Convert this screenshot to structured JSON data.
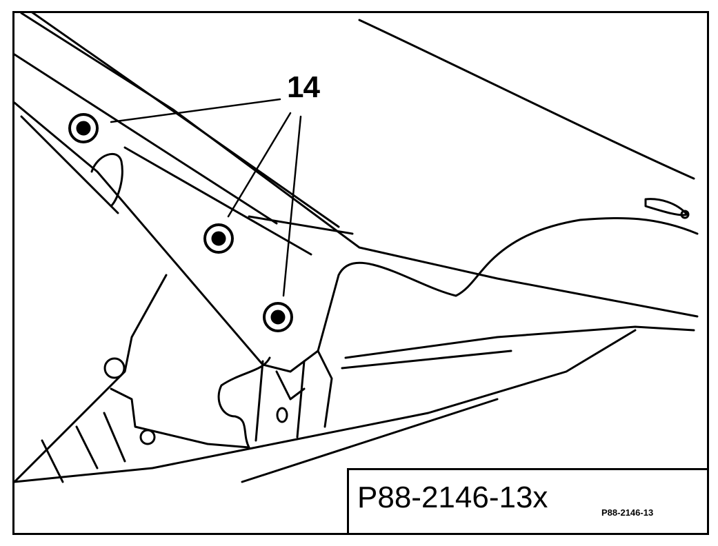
{
  "callout": {
    "label": "14"
  },
  "reference": {
    "main": "P88-2146-13x",
    "small": "P88-2146-13"
  }
}
